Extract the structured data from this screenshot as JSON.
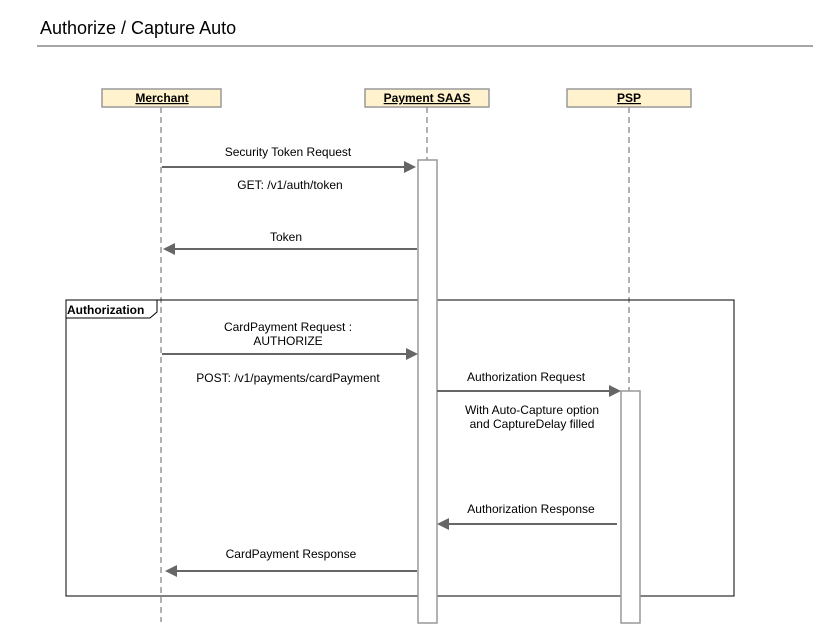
{
  "title": "Authorize / Capture Auto",
  "actors": {
    "merchant": "Merchant",
    "payment_saas": "Payment SAAS",
    "psp": "PSP"
  },
  "frame": {
    "label": "Authorization"
  },
  "messages": {
    "security_token_request": "Security Token Request",
    "security_token_endpoint": "GET: /v1/auth/token",
    "token": "Token",
    "card_payment_request_line1": "CardPayment Request :",
    "card_payment_request_line2": "AUTHORIZE",
    "card_payment_endpoint": "POST: /v1/payments/cardPayment",
    "authorization_request": "Authorization Request",
    "authorization_note_line1": "With Auto-Capture option",
    "authorization_note_line2": "and CaptureDelay filled",
    "authorization_response": "Authorization Response",
    "card_payment_response": "CardPayment Response"
  },
  "colors": {
    "actor_fill": "#fff2cc",
    "actor_stroke": "#999999",
    "arrow": "#666666",
    "title_rule": "#a6a6a6"
  }
}
